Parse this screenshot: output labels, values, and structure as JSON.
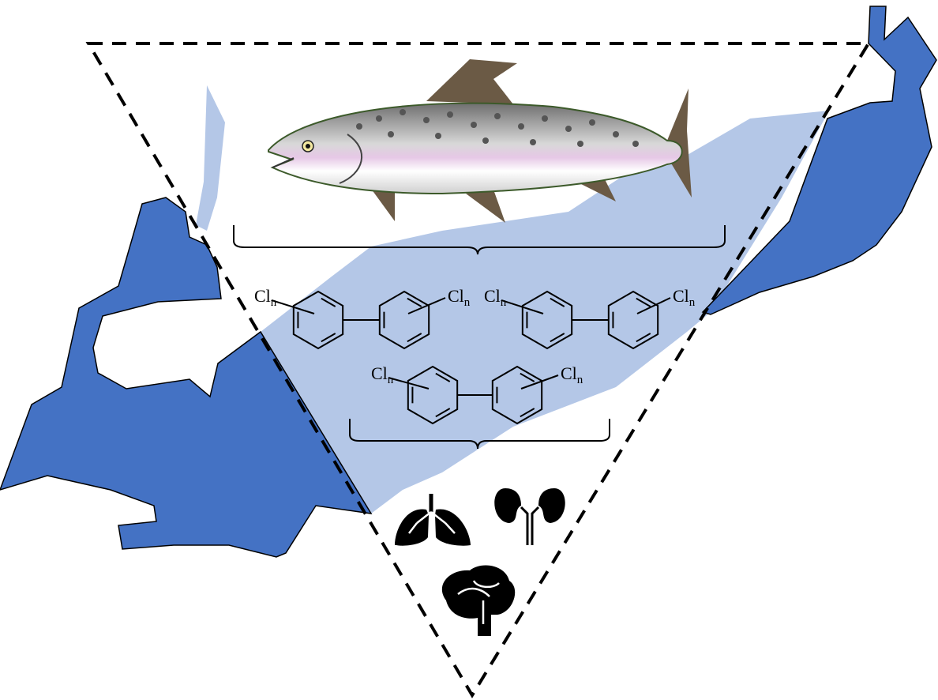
{
  "colors": {
    "lake_dark": "#4472C4",
    "lake_light": "#B4C7E7",
    "fin": "#6B5A45",
    "outline": "#000000"
  },
  "structures": [
    {
      "left_label": {
        "element": "Cl",
        "subscript": "n"
      },
      "right_label": {
        "element": "Cl",
        "subscript": "n"
      }
    },
    {
      "left_label": {
        "element": "Cl",
        "subscript": "n"
      },
      "right_label": {
        "element": "Cl",
        "subscript": "n"
      }
    },
    {
      "left_label": {
        "element": "Cl",
        "subscript": "n"
      },
      "right_label": {
        "element": "Cl",
        "subscript": "n"
      }
    }
  ],
  "icons": [
    "fish-icon",
    "lungs-icon",
    "kidneys-icon",
    "brain-icon"
  ]
}
